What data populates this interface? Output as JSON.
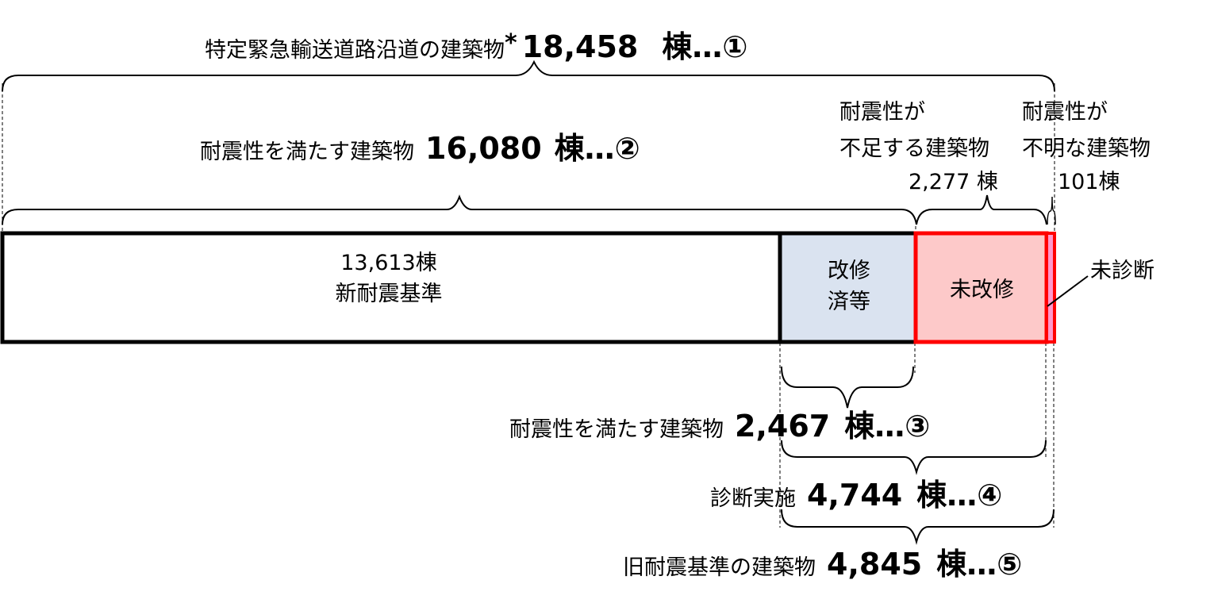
{
  "title_row": {
    "total": {
      "label": "特定緊急輸送道路沿道の建築物",
      "asterisk": "*",
      "value": "18,458",
      "unit": "棟",
      "marker": "…①"
    },
    "satisfy": {
      "label": "耐震性を満たす建築物",
      "value": "16,080",
      "unit": "棟",
      "marker": "…②"
    },
    "insufficient": {
      "line1": "耐震性が",
      "line2": "不足する建築物",
      "value": "2,277",
      "unit": "棟"
    },
    "unknown": {
      "line1": "耐震性が",
      "line2": "不明な建築物",
      "value": "101",
      "unit": "棟"
    }
  },
  "bar": {
    "new_standard": {
      "value_text": "13,613",
      "unit": "棟",
      "label": "新耐震基準",
      "fill": "#ffffff",
      "border": "#000000"
    },
    "retrofitted": {
      "line1": "改修",
      "line2": "済等",
      "fill": "#dae3f0",
      "border": "#000000"
    },
    "not_retrofitted": {
      "label": "未改修",
      "fill": "#fdc9c9",
      "border": "#ff0000"
    },
    "not_diagnosed": {
      "callout": "未診断",
      "fill": "#ff99cc",
      "border": "#ff0000"
    }
  },
  "bottom_row": {
    "satisfy_old": {
      "label": "耐震性を満たす建築物",
      "value": "2,467",
      "unit": "棟",
      "marker": "…③"
    },
    "diagnosed": {
      "label": "診断実施",
      "value": "4,744",
      "unit": "棟",
      "marker": "…④"
    },
    "old_standard": {
      "label": "旧耐震基準の建築物",
      "value": "4,845",
      "unit": "棟",
      "marker": "…⑤"
    }
  },
  "colors": {
    "retrofitted_fill": "#dae3f0",
    "not_retrofitted_fill": "#fdc9c9",
    "not_diagnosed_fill": "#ff99cc",
    "alert_border": "#ff0000",
    "line": "#000000"
  }
}
